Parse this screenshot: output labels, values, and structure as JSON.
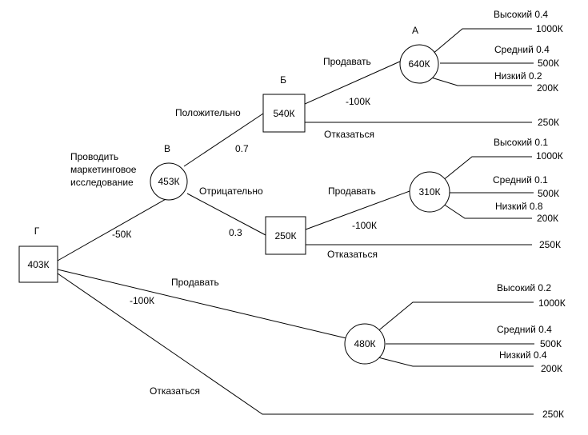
{
  "nodes": {
    "g": {
      "letter": "Г",
      "value": "403К"
    },
    "v": {
      "letter": "В",
      "value": "453К"
    },
    "b": {
      "letter": "Б",
      "value": "540К"
    },
    "a": {
      "letter": "А",
      "value": "640К"
    },
    "neg": {
      "value": "250К"
    },
    "neg_sell": {
      "value": "310К"
    },
    "direct_sell": {
      "value": "480К"
    }
  },
  "edges": {
    "research": "Проводить маркетинговое исследование",
    "research_cost": "-50К",
    "positive": "Положительно",
    "positive_prob": "0.7",
    "negative": "Отрицательно",
    "negative_prob": "0.3",
    "b_sell": "Продавать",
    "b_sell_cost": "-100К",
    "b_refuse": "Отказаться",
    "neg_sell": "Продавать",
    "neg_sell_cost": "-100К",
    "neg_refuse": "Отказаться",
    "g_sell": "Продавать",
    "g_sell_cost": "-100К",
    "g_refuse": "Отказаться"
  },
  "outcomes": {
    "a_high": {
      "label": "Высокий 0.4",
      "value": "1000К"
    },
    "a_mid": {
      "label": "Средний 0.4",
      "value": "500К"
    },
    "a_low": {
      "label": "Низкий 0.2",
      "value": "200К"
    },
    "b_refuse": {
      "value": "250К"
    },
    "n_high": {
      "label": "Высокий 0.1",
      "value": "1000К"
    },
    "n_mid": {
      "label": "Средний 0.1",
      "value": "500К"
    },
    "n_low": {
      "label": "Низкий 0.8",
      "value": "200К"
    },
    "n_refuse": {
      "value": "250К"
    },
    "d_high": {
      "label": "Высокий 0.2",
      "value": "1000К"
    },
    "d_mid": {
      "label": "Средний 0.4",
      "value": "500К"
    },
    "d_low": {
      "label": "Низкий 0.4",
      "value": "200К"
    },
    "g_refuse": {
      "value": "250К"
    }
  }
}
